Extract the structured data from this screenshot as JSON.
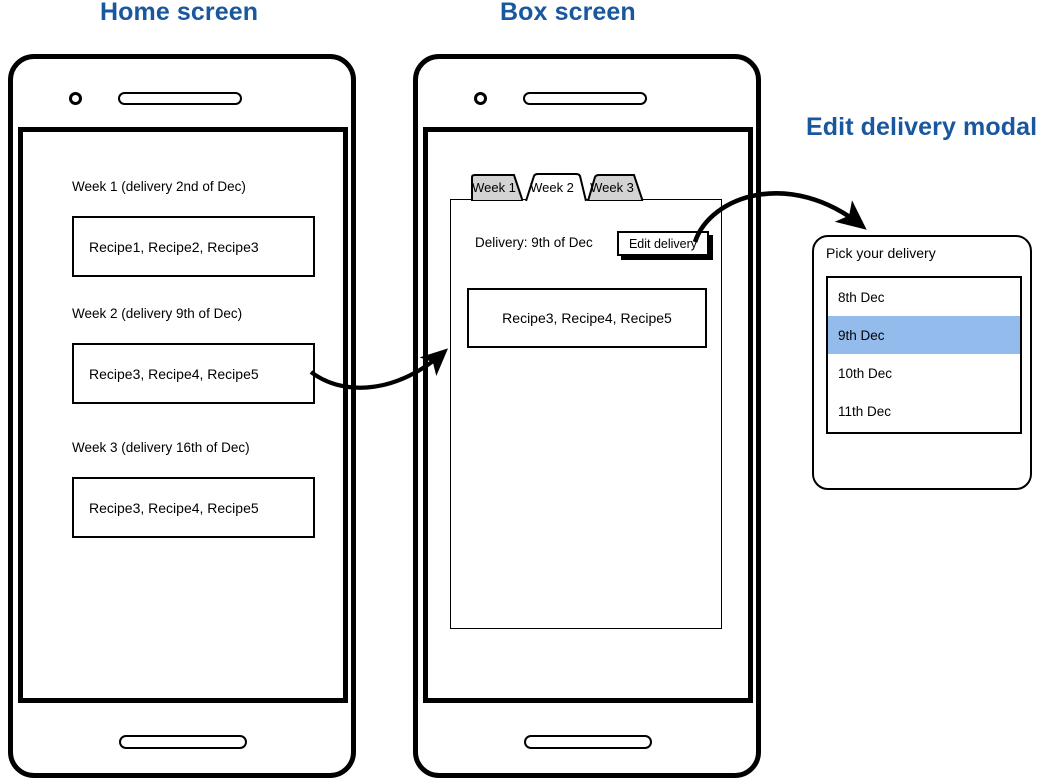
{
  "sections": {
    "home_title": "Home screen",
    "box_title": "Box screen",
    "modal_title": "Edit delivery modal"
  },
  "colors": {
    "title_blue": "#19579E",
    "selected_row": "#93BCEC",
    "inactive_tab": "#D3D3D3",
    "outline": "#000000"
  },
  "home_screen": {
    "weeks": [
      {
        "label": "Week 1 (delivery 2nd of Dec)",
        "recipes": "Recipe1, Recipe2, Recipe3"
      },
      {
        "label": "Week 2 (delivery 9th of Dec)",
        "recipes": "Recipe3, Recipe4, Recipe5"
      },
      {
        "label": "Week 3 (delivery 16th of Dec)",
        "recipes": "Recipe3, Recipe4, Recipe5"
      }
    ]
  },
  "box_screen": {
    "tabs": [
      {
        "label": "Week 1",
        "active": false
      },
      {
        "label": "Week 2",
        "active": true
      },
      {
        "label": "Week 3",
        "active": false
      }
    ],
    "delivery_line": "Delivery: 9th of Dec",
    "edit_button": "Edit delivery",
    "recipes": "Recipe3, Recipe4, Recipe5"
  },
  "modal": {
    "heading": "Pick your delivery",
    "options": [
      {
        "label": "8th Dec",
        "selected": false
      },
      {
        "label": "9th Dec",
        "selected": true
      },
      {
        "label": "10th Dec",
        "selected": false
      },
      {
        "label": "11th Dec",
        "selected": false
      }
    ]
  }
}
